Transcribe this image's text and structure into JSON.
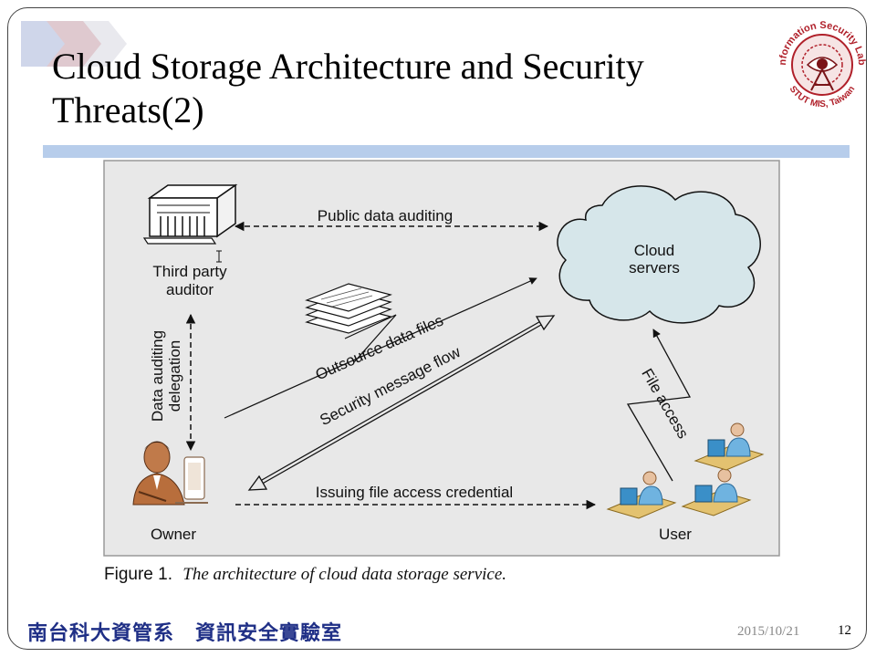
{
  "slide": {
    "title_line1": "Cloud Storage Architecture and Security",
    "title_line2": "Threats(2)",
    "logo_text_top": "Information Security Lab.",
    "logo_text_bottom": "STUT MIS, Taiwan",
    "footer_org": "南台科大資管系　資訊安全實驗室",
    "footer_date": "2015/10/21",
    "page_number": "12"
  },
  "diagram": {
    "nodes": {
      "auditor_line1": "Third party",
      "auditor_line2": "auditor",
      "cloud_line1": "Cloud",
      "cloud_line2": "servers",
      "owner": "Owner",
      "user": "User"
    },
    "edges": {
      "public_auditing": "Public data auditing",
      "delegation_line1": "Data auditing",
      "delegation_line2": "delegation",
      "outsource": "Outsource data files",
      "security_flow": "Security message flow",
      "file_access": "File access",
      "credential": "Issuing file access credential"
    },
    "caption_label": "Figure 1.",
    "caption_text": "The architecture of cloud data storage service.",
    "colors": {
      "panel": "#e8e8e8",
      "cloud_fill": "#d6e6ea",
      "title_rule": "#b7cdeb",
      "footer_text": "#1f2f86"
    }
  }
}
